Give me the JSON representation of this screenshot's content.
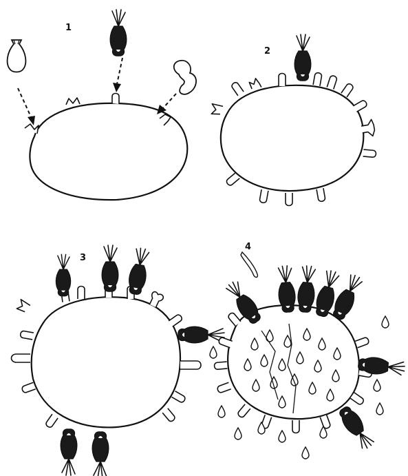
{
  "figure": {
    "panels": [
      {
        "id": "1",
        "label": "1"
      },
      {
        "id": "2",
        "label": "2"
      },
      {
        "id": "3",
        "label": "3"
      },
      {
        "id": "4",
        "label": "4"
      }
    ],
    "colors": {
      "ink": "#111111",
      "cell_fill": "#ffffff",
      "dark_cell": "#1a1a1a",
      "background": "#ffffff"
    },
    "icons": {
      "light_cell": "flask-shaped-cell-icon",
      "dark_cell": "flagellated-dark-cell-icon",
      "curled_cell": "curled-cell-icon",
      "droplet": "droplet-icon"
    }
  }
}
